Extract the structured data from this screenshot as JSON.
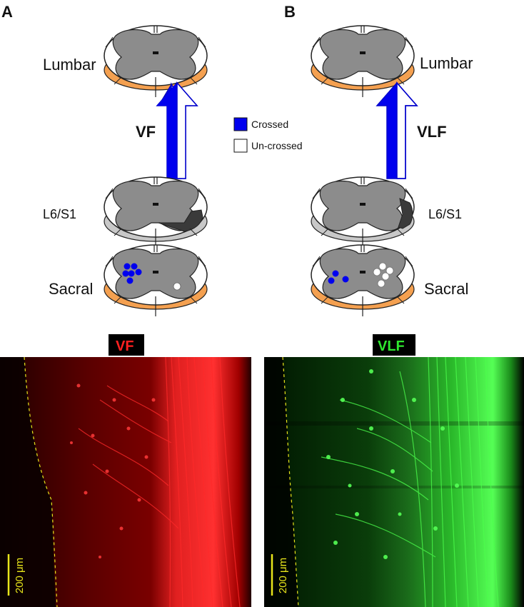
{
  "panels": [
    {
      "letter": "A",
      "tract": "VF",
      "levels": [
        "Lumbar",
        "L6/S1",
        "Sacral"
      ]
    },
    {
      "letter": "B",
      "tract": "VLF",
      "levels": [
        "Lumbar",
        "L6/S1",
        "Sacral"
      ]
    }
  ],
  "legend": {
    "crossed": "Crossed",
    "uncrossed": "Un-crossed"
  },
  "micrographs": [
    {
      "title": "VF",
      "color": "#ff2020",
      "scale_bar": "200 μm"
    },
    {
      "title": "VLF",
      "color": "#2fe82f",
      "scale_bar": "200 μm"
    }
  ],
  "colors": {
    "crossed": "#0000ee",
    "uncrossed": "#ffffff",
    "gray_matter": "#8c8c8c",
    "lumbar_sacral_ring": "#f4a050",
    "l6s1_ring": "#c8c8c8",
    "projection_area": "#3a3a3a"
  }
}
